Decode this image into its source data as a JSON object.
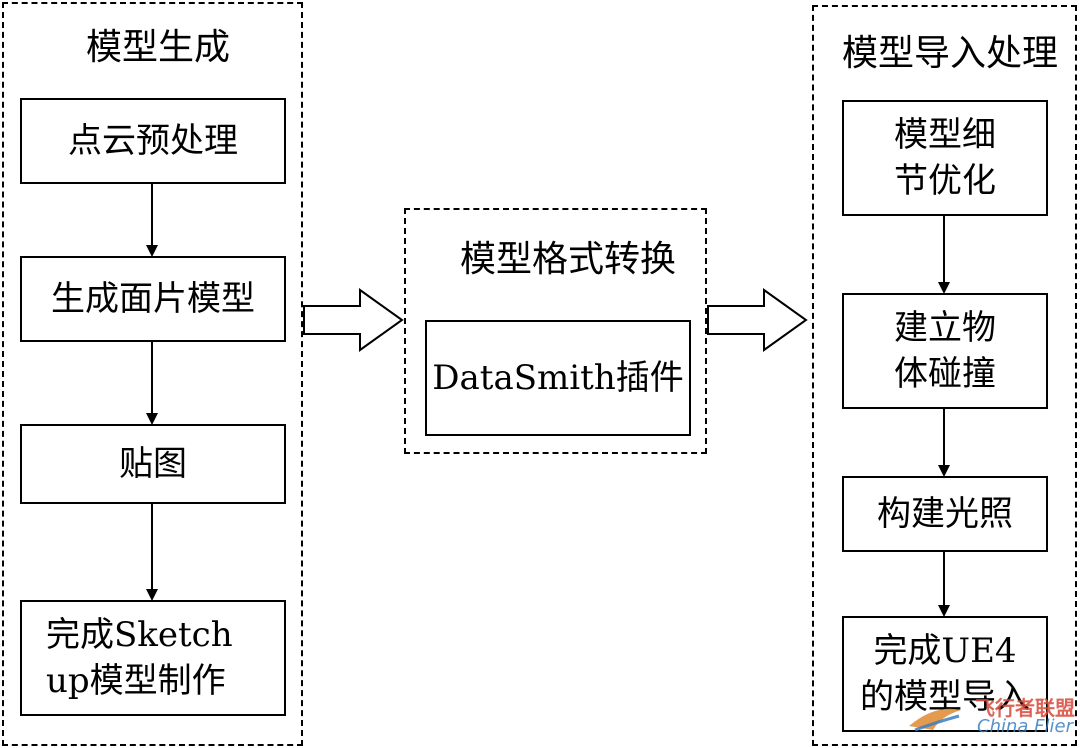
{
  "groups": {
    "model_generation": {
      "title": "模型生成",
      "steps": [
        "点云预处理",
        "生成面片模型",
        "贴图",
        "完成Sketch\nup模型制作"
      ]
    },
    "format_conversion": {
      "title": "模型格式转换",
      "steps": [
        "DataSmith插件"
      ]
    },
    "model_import": {
      "title": "模型导入处理",
      "steps": [
        "模型细\n节优化",
        "建立物\n体碰撞",
        "构建光照",
        "完成UE4\n的模型导入"
      ]
    }
  },
  "watermark": {
    "cn": "飞行者联盟",
    "en": "China Flier"
  },
  "colors": {
    "line": "#000000",
    "watermark_primary": "#d64a3a",
    "watermark_secondary": "#3a7fc1"
  }
}
